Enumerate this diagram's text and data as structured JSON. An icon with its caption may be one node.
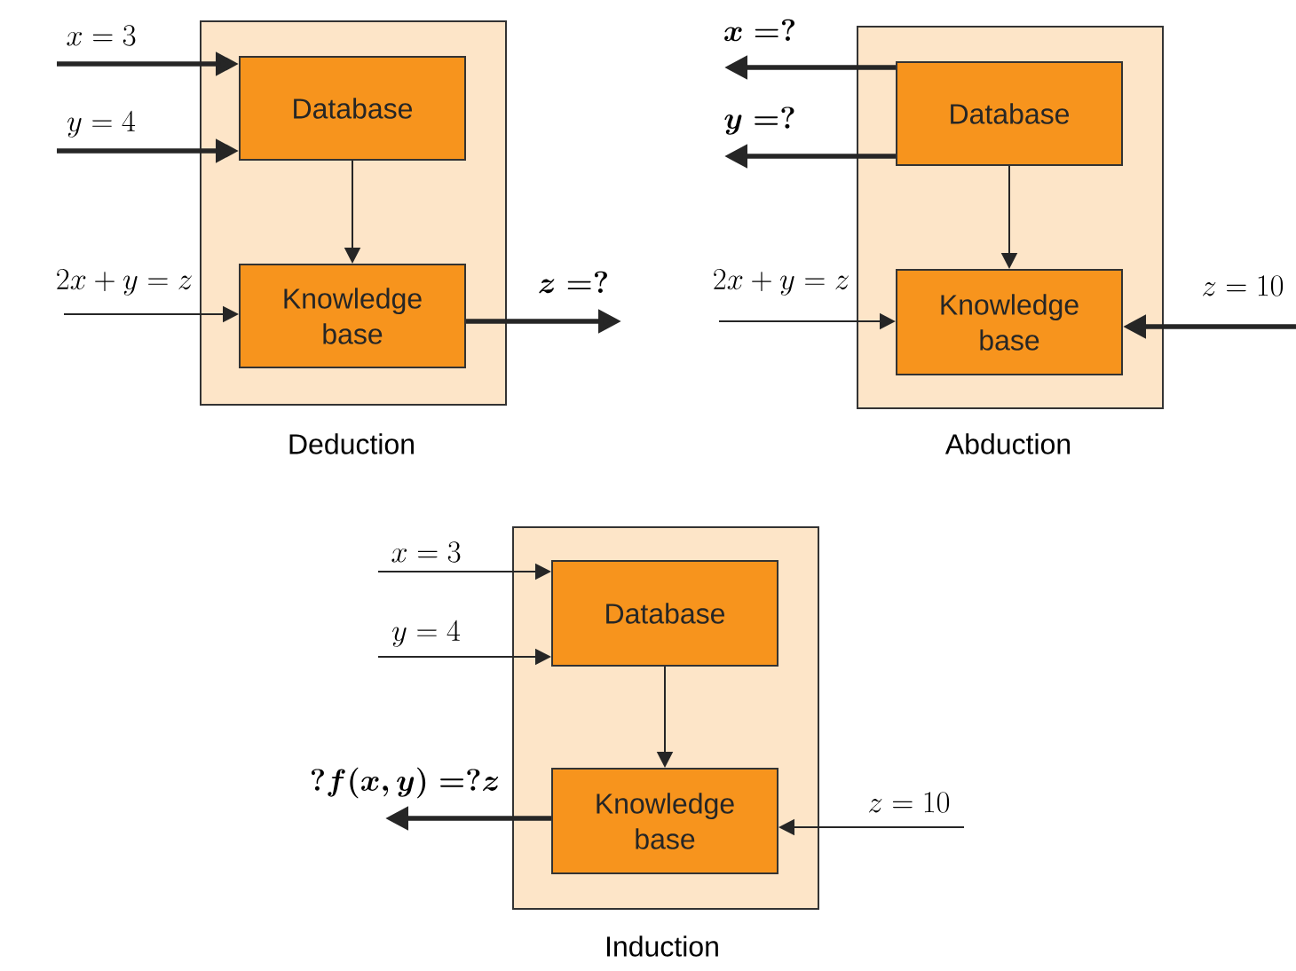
{
  "diagram": {
    "nodes": [
      {
        "text": [
          "Deduction"
        ]
      },
      {
        "text": [
          "Database"
        ],
        "in": 0
      },
      {
        "text": [
          "Knowledge base"
        ],
        "in": 0
      },
      {
        "text": [
          "Abduction"
        ]
      },
      {
        "text": [
          "Database"
        ],
        "in": 3
      },
      {
        "text": [
          "Knowledge base"
        ],
        "in": 3
      },
      {
        "text": [
          "Induction"
        ]
      },
      {
        "text": [
          "Database"
        ],
        "in": 6
      },
      {
        "text": [
          "Knowledge base"
        ],
        "in": 6
      }
    ],
    "edges": [
      {
        "from": null,
        "to": 1,
        "arrow": "to",
        "label": "x = 3",
        "style": "thick"
      },
      {
        "from": null,
        "to": 1,
        "arrow": "to",
        "label": "y = 4",
        "style": "thick"
      },
      {
        "from": 1,
        "to": 2,
        "arrow": "to"
      },
      {
        "from": null,
        "to": 2,
        "arrow": "to",
        "label": "2x + y = z"
      },
      {
        "from": 2,
        "to": null,
        "arrow": "to",
        "label": "z = ?",
        "style": "thick"
      },
      {
        "from": 4,
        "to": null,
        "arrow": "to",
        "label": "x = ?",
        "style": "thick"
      },
      {
        "from": 4,
        "to": null,
        "arrow": "to",
        "label": "y = ?",
        "style": "thick"
      },
      {
        "from": 4,
        "to": 5,
        "arrow": "to"
      },
      {
        "from": null,
        "to": 5,
        "arrow": "to",
        "label": "2x + y = z"
      },
      {
        "from": null,
        "to": 5,
        "arrow": "to",
        "label": "z = 10",
        "style": "thick"
      },
      {
        "from": null,
        "to": 7,
        "arrow": "to",
        "label": "x = 3"
      },
      {
        "from": null,
        "to": 7,
        "arrow": "to",
        "label": "y = 4"
      },
      {
        "from": 7,
        "to": 8,
        "arrow": "to"
      },
      {
        "from": 8,
        "to": null,
        "arrow": "to",
        "label": "?f(x, y) = ?z",
        "style": "thick"
      },
      {
        "from": null,
        "to": 8,
        "arrow": "to",
        "label": "z = 10"
      }
    ]
  }
}
